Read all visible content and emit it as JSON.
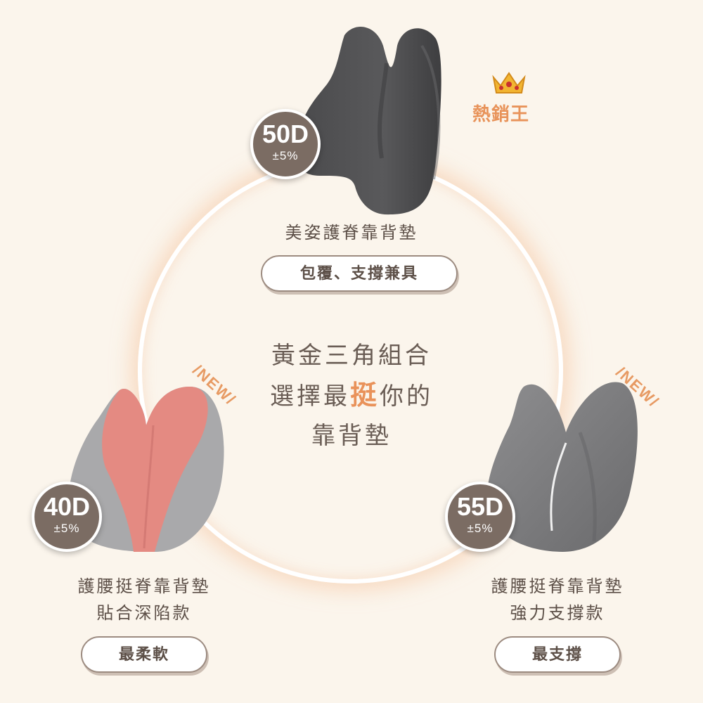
{
  "center": {
    "line1": "黃金三角組合",
    "line2_pre": "選擇最",
    "line2_highlight": "挺",
    "line2_post": "你的",
    "line3": "靠背墊"
  },
  "top": {
    "density": "50D",
    "tolerance": "±5%",
    "name": "美姿護脊靠背墊",
    "pill": "包覆、支撐兼具",
    "badge_hot": "熱銷王",
    "icon": "crown-icon"
  },
  "left": {
    "density": "40D",
    "tolerance": "±5%",
    "name_line1": "護腰挺脊靠背墊",
    "name_line2": "貼合深陷款",
    "pill": "最柔軟",
    "tag": "NEW"
  },
  "right": {
    "density": "55D",
    "tolerance": "±5%",
    "name_line1": "護腰挺脊靠背墊",
    "name_line2": "強力支撐款",
    "pill": "最支撐",
    "tag": "NEW"
  },
  "colors": {
    "background": "#fbf5ec",
    "accent": "#e9925a",
    "badge": "#7b6c63",
    "text": "#5c4f47"
  }
}
